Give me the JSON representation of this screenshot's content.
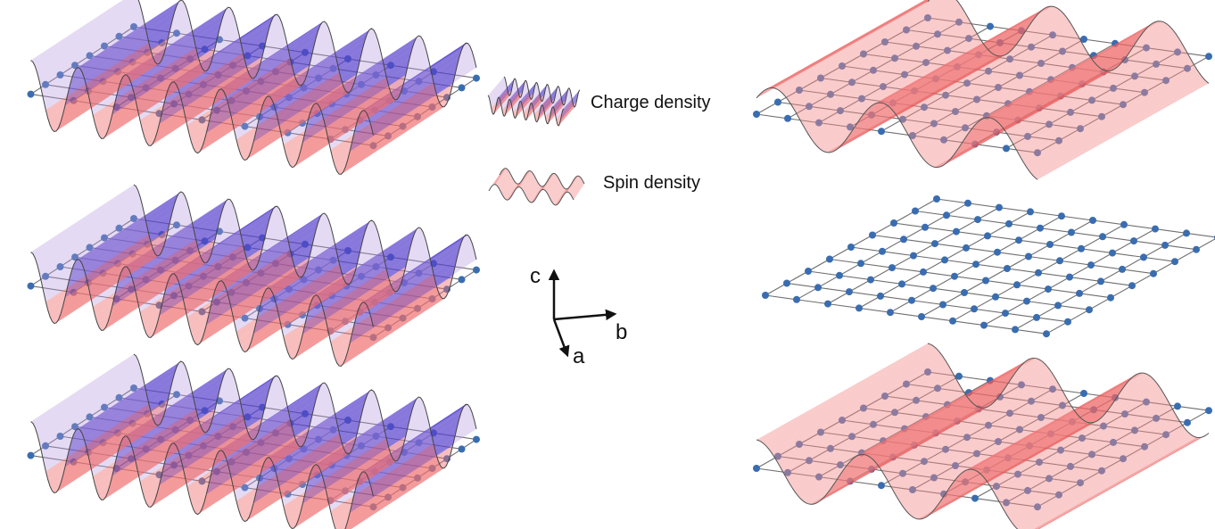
{
  "legend": {
    "charge_label": "Charge density",
    "spin_label": "Spin density"
  },
  "axes": {
    "c": "c",
    "b": "b",
    "a": "a"
  },
  "colors": {
    "charge_top": "#3a2fc8",
    "charge_bottom": "#f08080",
    "spin": "#f07070",
    "atom": "#3a6db0",
    "bond": "#555555"
  },
  "panels": {
    "left": [
      {
        "name": "charge-layer-top",
        "type": "charge"
      },
      {
        "name": "charge-layer-middle",
        "type": "charge"
      },
      {
        "name": "charge-layer-bottom",
        "type": "charge"
      }
    ],
    "right": [
      {
        "name": "spin-layer-top",
        "type": "spin"
      },
      {
        "name": "spin-layer-middle",
        "type": "none"
      },
      {
        "name": "spin-layer-bottom",
        "type": "spin"
      }
    ]
  }
}
